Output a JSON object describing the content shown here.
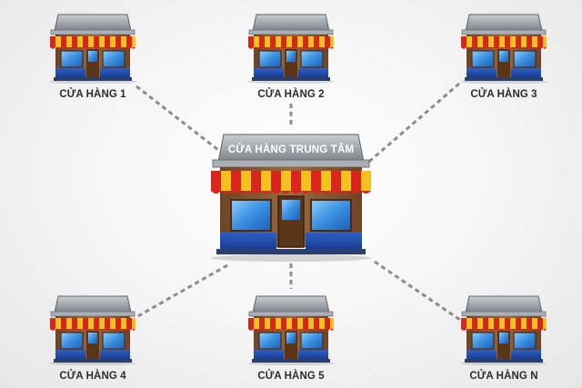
{
  "center": {
    "label": "CỬA HÀNG TRUNG TÂM"
  },
  "stores": [
    {
      "label": "CỬA HÀNG 1"
    },
    {
      "label": "CỬA HÀNG 2"
    },
    {
      "label": "CỬA HÀNG 3"
    },
    {
      "label": "CỬA HÀNG 4"
    },
    {
      "label": "CỬA HÀNG 5"
    },
    {
      "label": "CỬA HÀNG N"
    }
  ],
  "colors": {
    "awning_red": "#d8261c",
    "awning_yellow": "#f4c21f",
    "wall": "#8a5a33",
    "base_blue": "#1f49a8",
    "window_blue": "#3a8fe0",
    "roof": "#9aa0a6",
    "connector": "#8c8c8c"
  }
}
